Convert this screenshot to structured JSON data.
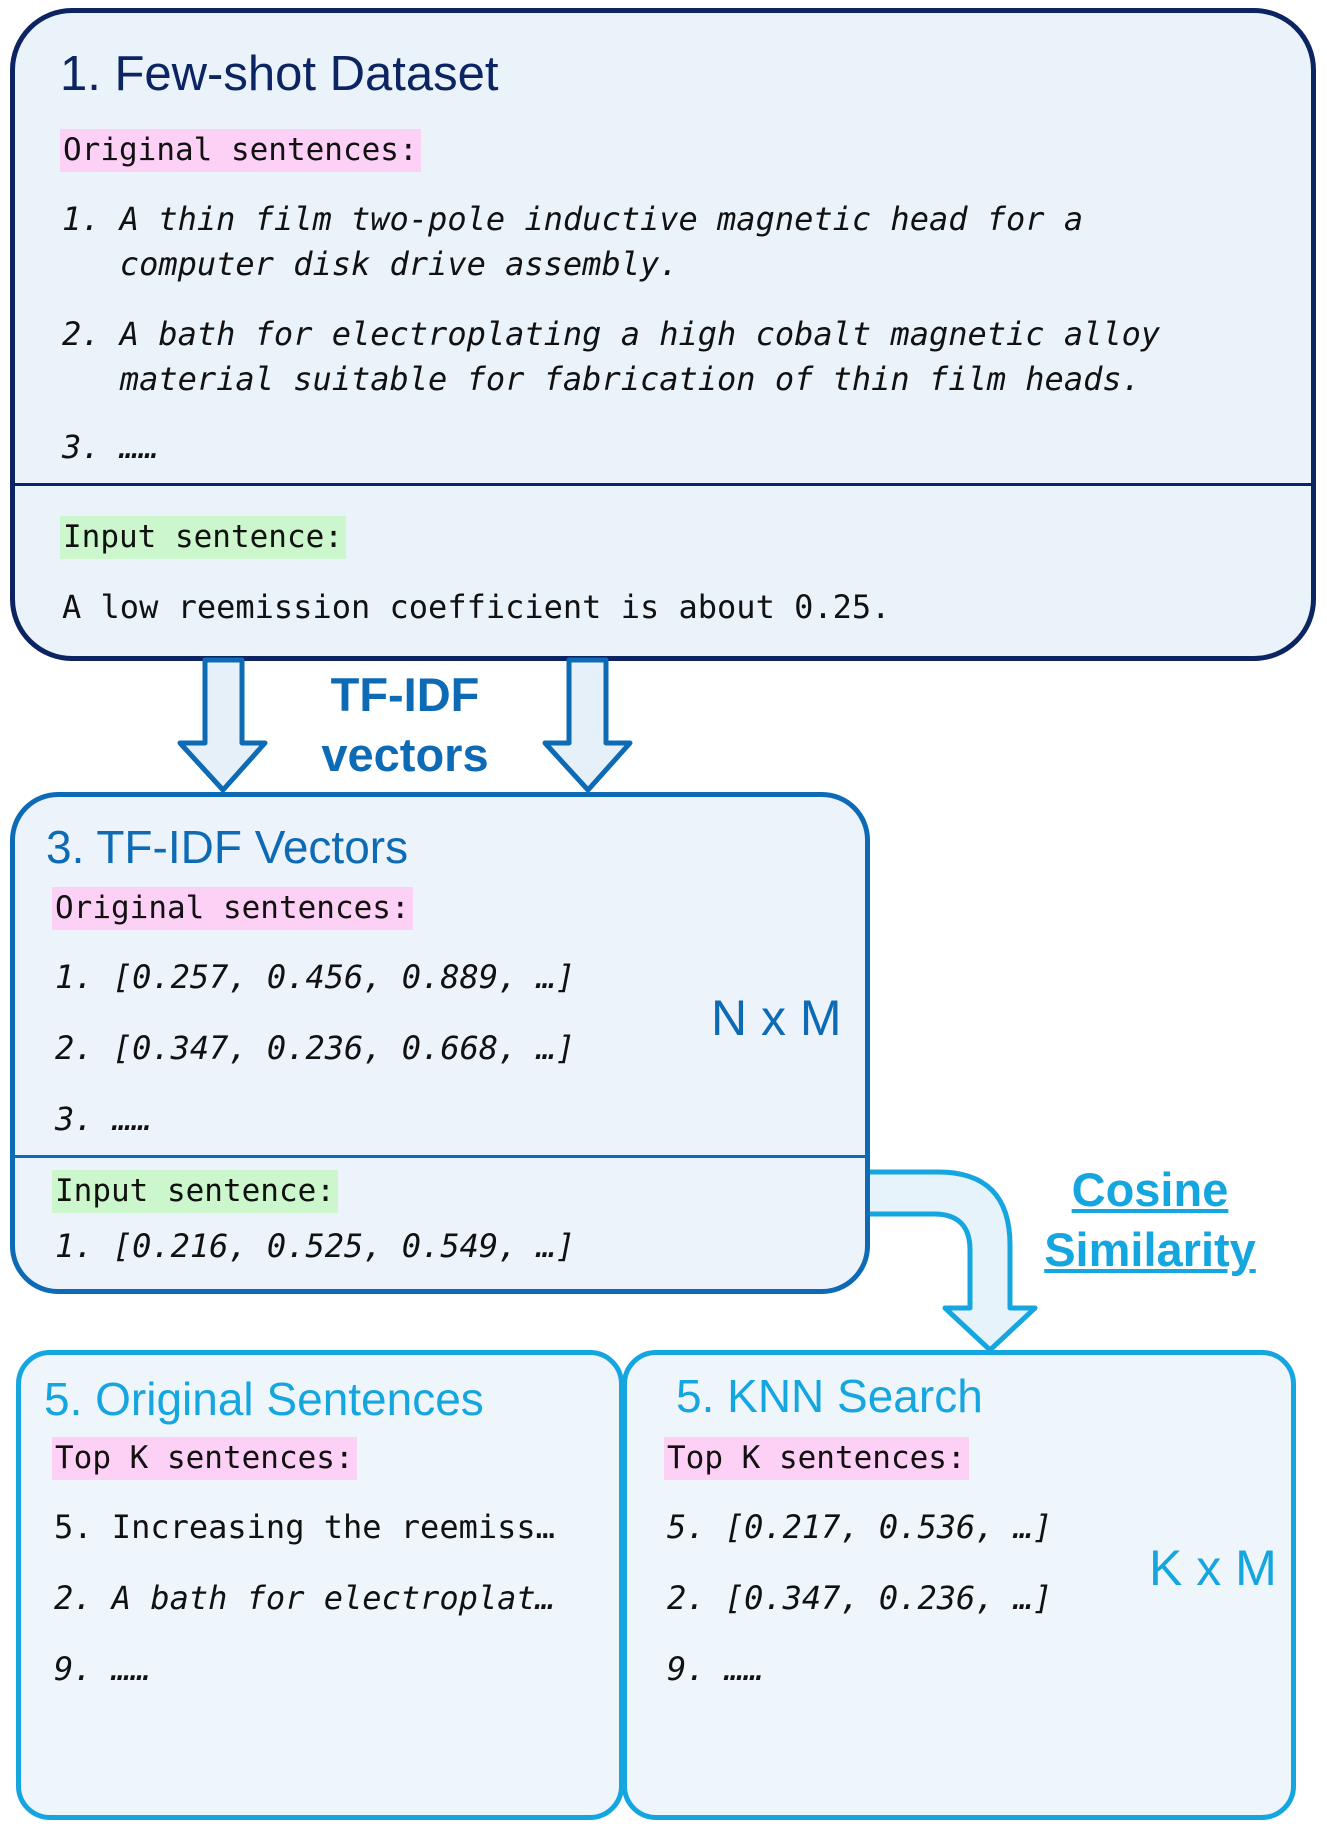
{
  "box1": {
    "title": "1. Few-shot Dataset",
    "original_label": "Original sentences:",
    "sentences": [
      "1. A thin film two-pole inductive magnetic head for a",
      "   computer disk drive assembly.",
      "2. A bath for electroplating a high cobalt magnetic alloy",
      "   material suitable for fabrication of thin film heads.",
      "3. ……"
    ],
    "input_label": "Input sentence:",
    "input_sentence": "A low reemission coefficient is about 0.25."
  },
  "arrow1": {
    "label_line1": "TF-IDF",
    "label_line2": "vectors"
  },
  "box3": {
    "title": "3. TF-IDF Vectors",
    "original_label": "Original sentences:",
    "vectors": [
      "1. [0.257, 0.456, 0.889, …]",
      "2. [0.347, 0.236, 0.668, …]",
      "3. ……"
    ],
    "dimension": "N x M",
    "input_label": "Input sentence:",
    "input_vector": "1. [0.216, 0.525, 0.549, …]"
  },
  "arrow2": {
    "label_line1": "Cosine",
    "label_line2": "Similarity"
  },
  "box5a": {
    "title": "5. Original Sentences",
    "label": "Top K sentences:",
    "items": [
      "5. Increasing the reemiss…",
      "2. A bath for electroplat…",
      "9. ……"
    ]
  },
  "box5b": {
    "title": "5. KNN Search",
    "label": "Top K sentences:",
    "items": [
      "5. [0.217, 0.536, …]",
      "2. [0.347, 0.236, …]",
      "9. ……"
    ],
    "dimension": "K x M"
  },
  "colors": {
    "dark_navy": "#0c2461",
    "mid_blue": "#0d6ab5",
    "light_blue": "#15a6e0",
    "pink_highlight": "#fdd0f5",
    "green_highlight": "#ccf7cc"
  }
}
